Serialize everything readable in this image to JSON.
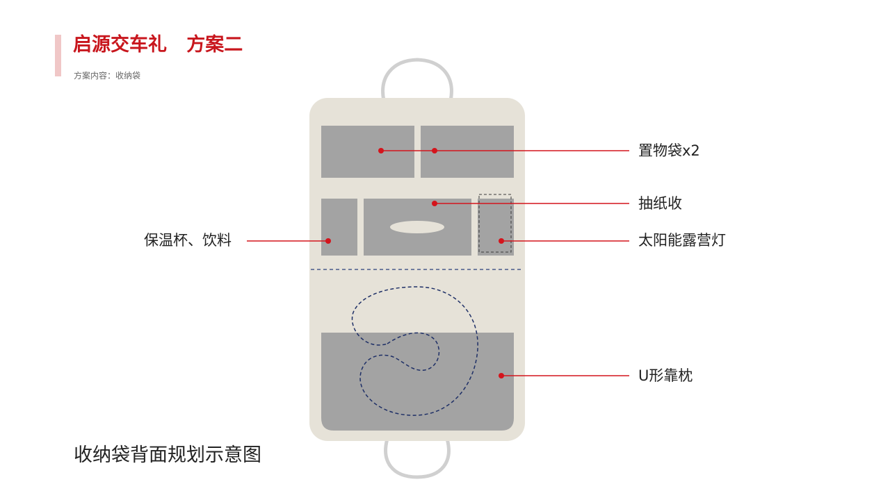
{
  "header": {
    "title": "启源交车礼   方案二",
    "subtitle": "方案内容：收纳袋"
  },
  "caption": "收纳袋背面规划示意图",
  "callouts": {
    "storage_pockets": "置物袋x2",
    "tissue": "抽纸收",
    "solar_lamp": "太阳能露营灯",
    "cup_drinks": "保温杯、饮料",
    "u_pillow": "U形靠枕"
  },
  "colors": {
    "accent": "#c8161d",
    "accent_bar": "#f0c7c7",
    "bag_body": "#e6e2d8",
    "pocket": "#a3a3a3",
    "handle": "#d0d0d0",
    "dashed_line": "#2b3f7a",
    "leader_line": "#d4141c"
  }
}
